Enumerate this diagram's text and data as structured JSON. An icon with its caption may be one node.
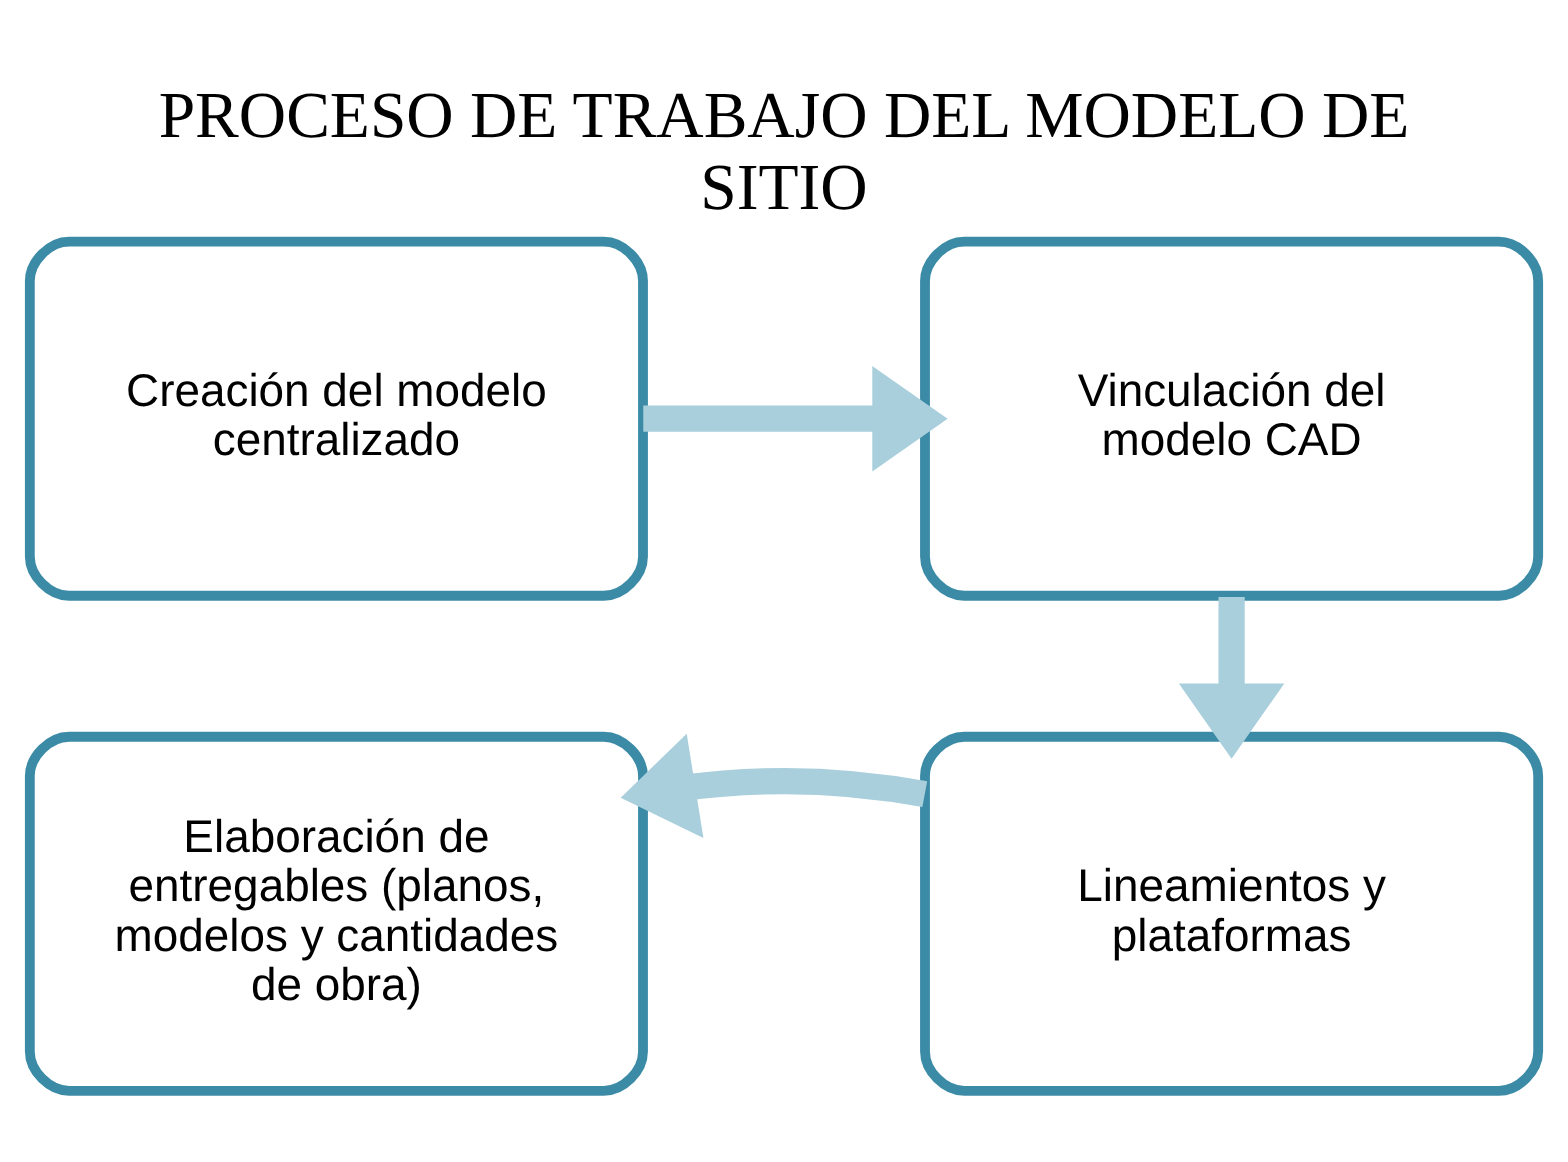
{
  "diagram": {
    "title": "PROCESO DE TRABAJO DEL MODELO DE SITIO",
    "nodes": [
      {
        "text": [
          "Creación del modelo centralizado"
        ]
      },
      {
        "text": [
          "Vinculación del modelo CAD"
        ]
      },
      {
        "text": [
          "Elaboración de entregables (planos, modelos y cantidades de obra)"
        ]
      },
      {
        "text": [
          "Lineamientos y plataformas"
        ]
      }
    ],
    "edges": [
      {
        "from": 0,
        "to": 1,
        "arrow": "to"
      },
      {
        "from": 1,
        "to": 3,
        "arrow": "to"
      },
      {
        "from": 3,
        "to": 2,
        "arrow": "to"
      }
    ]
  }
}
